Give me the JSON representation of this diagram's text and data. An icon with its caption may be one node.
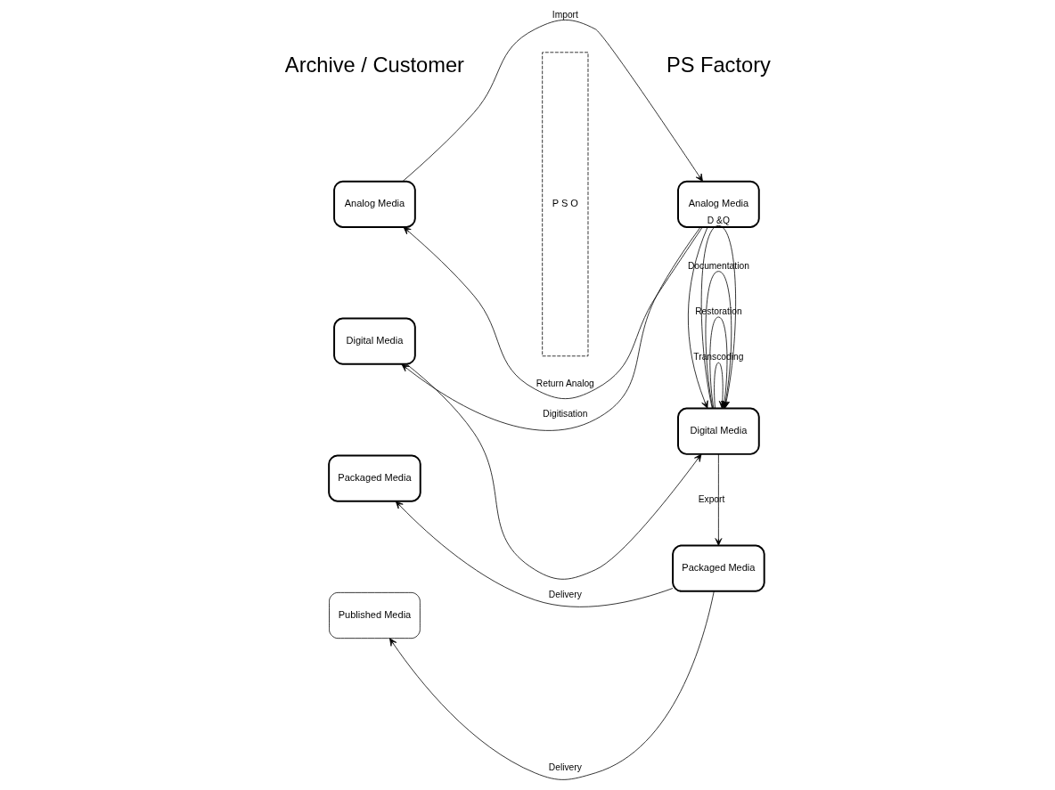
{
  "diagram": {
    "nodes": [
      {
        "text": [
          "Analog Media"
        ]
      },
      {
        "text": [
          "Analog Media"
        ]
      },
      {
        "text": [
          "Digital Media"
        ]
      },
      {
        "text": [
          "Digital Media"
        ]
      },
      {
        "text": [
          "Packaged Media"
        ]
      },
      {
        "text": [
          "Packaged Media"
        ]
      },
      {
        "text": [
          "Published Media"
        ]
      },
      {
        "text": [
          "P S O"
        ]
      }
    ],
    "edges": [
      {
        "from": 0,
        "to": 1,
        "arrow": "to",
        "label": "Import"
      },
      {
        "from": 1,
        "to": 0,
        "arrow": "to",
        "label": "Return Analog"
      },
      {
        "from": 1,
        "to": 2,
        "arrow": "to",
        "label": "Digitisation"
      },
      {
        "from": 1,
        "to": 3,
        "arrow": "to"
      },
      {
        "from": 2,
        "to": 3,
        "arrow": "to"
      },
      {
        "from": 3,
        "to": 3,
        "arrow": "to",
        "label": "Transcoding"
      },
      {
        "from": 3,
        "to": 3,
        "arrow": "to",
        "label": "Restoration"
      },
      {
        "from": 3,
        "to": 3,
        "arrow": "to",
        "label": "Documentation"
      },
      {
        "from": 3,
        "to": 3,
        "arrow": "to",
        "label": "D &Q"
      },
      {
        "from": 3,
        "to": 5,
        "arrow": "to",
        "label": "Export"
      },
      {
        "from": 5,
        "to": 4,
        "arrow": "to",
        "label": "Delivery"
      },
      {
        "from": 5,
        "to": 6,
        "arrow": "to",
        "label": "Delivery"
      }
    ],
    "labels": [
      "Archive / Customer",
      "PS Factory"
    ]
  }
}
